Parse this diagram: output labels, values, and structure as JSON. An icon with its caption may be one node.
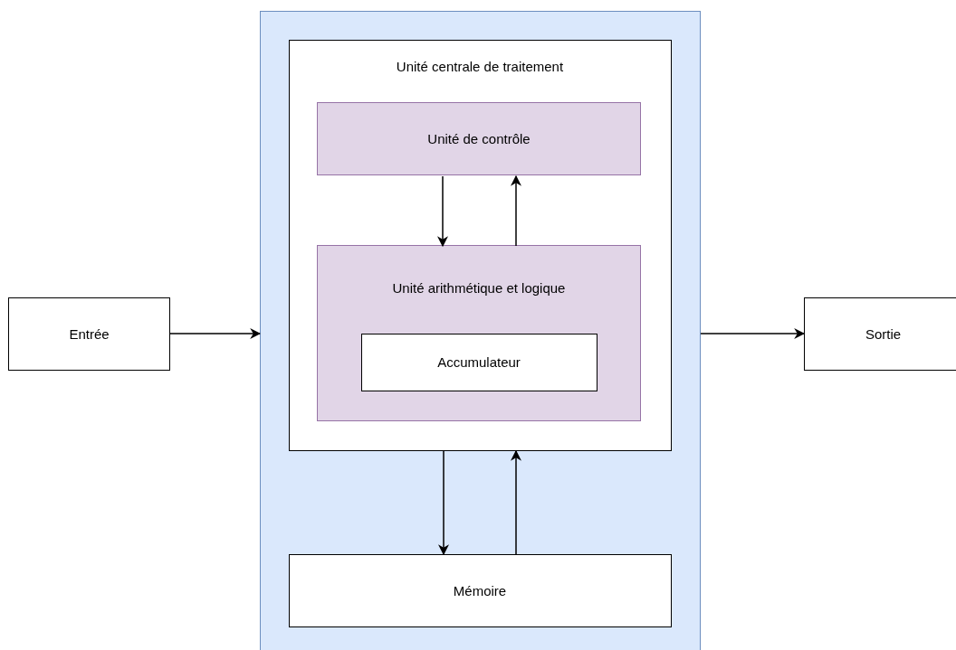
{
  "diagram": {
    "nodes": [
      {
        "text": [],
        "shape": "box"
      },
      {
        "text": [
          "Unité centrale de traitement"
        ],
        "in": 0
      },
      {
        "text": [
          "Unité de contrôle"
        ],
        "in": 1
      },
      {
        "text": [
          "Unité arithmétique et logique"
        ],
        "in": 1
      },
      {
        "text": [
          "Accumulateur"
        ],
        "in": 3
      },
      {
        "text": [
          "Mémoire"
        ],
        "in": 0
      },
      {
        "text": [
          "Entrée"
        ]
      },
      {
        "text": [
          "Sortie"
        ]
      }
    ],
    "edges": [
      {
        "from": 2,
        "to": 3,
        "arrow": "to"
      },
      {
        "from": 3,
        "to": 2,
        "arrow": "to"
      },
      {
        "from": 1,
        "to": 5,
        "arrow": "to"
      },
      {
        "from": 5,
        "to": 1,
        "arrow": "to"
      },
      {
        "from": 6,
        "to": 0,
        "arrow": "to"
      },
      {
        "from": 0,
        "to": 7,
        "arrow": "to"
      }
    ]
  }
}
